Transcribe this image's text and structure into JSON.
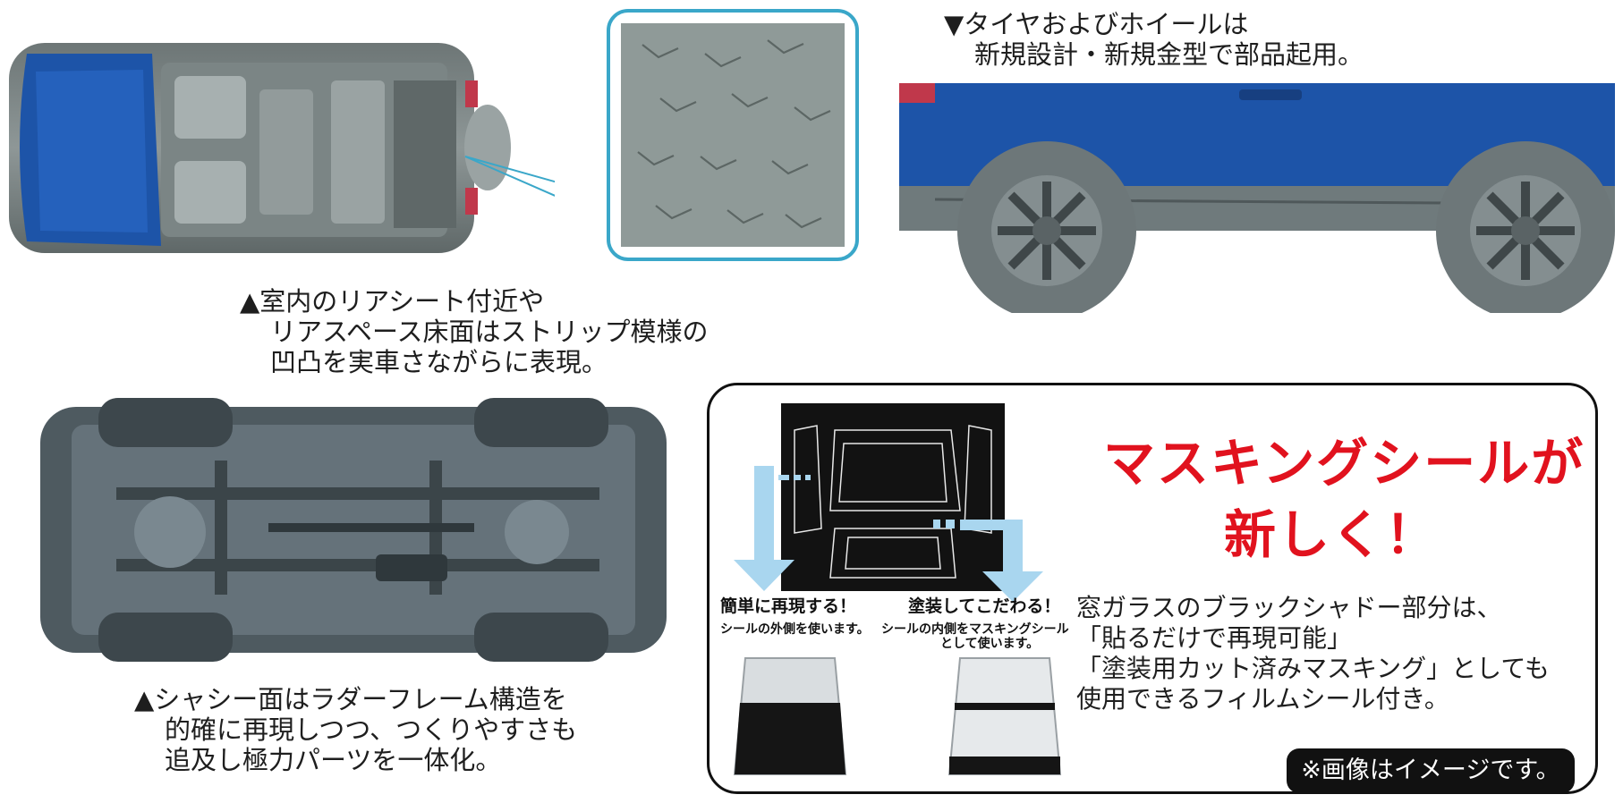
{
  "top_left_caption": {
    "line1": "▲室内のリアシート付近や",
    "line2": "リアスペース床面はストリップ模様の",
    "line3": "凹凸を実車さながらに表現。"
  },
  "top_right_caption": {
    "line1": "▼タイヤおよびホイールは",
    "line2": "新規設計・新規金型で部品起用。"
  },
  "bottom_left_caption": {
    "line1": "▲シャシー面はラダーフレーム構造を",
    "line2": "的確に再現しつつ、つくりやすさも",
    "line3": "追及し極力パーツを一体化。"
  },
  "masking_box": {
    "headline1": "マスキングシールが",
    "headline2": "新しく！",
    "left_label": "簡単に再現する！",
    "left_sub": "シールの外側を使います。",
    "right_label": "塗装してこだわる！",
    "right_sub1": "シールの内側をマスキングシール",
    "right_sub2": "として使います。",
    "desc1": "窓ガラスのブラックシャドー部分は、",
    "desc2": "「貼るだけで再現可能」",
    "desc3": "「塗装用カット済みマスキング」としても",
    "desc4": "使用できるフィルムシール付き。",
    "note": "※画像はイメージです。"
  },
  "colors": {
    "accent_red": "#e1121e",
    "body_blue": "#1d54a8",
    "cyan_frame": "#3aa7c9",
    "arrow_blue": "#a9d6ef"
  }
}
